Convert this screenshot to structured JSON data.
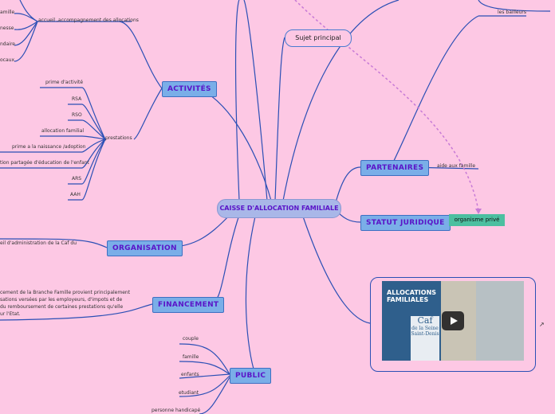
{
  "central": {
    "label": "caisse d'allocation familiale"
  },
  "subject": {
    "label": "Sujet principal"
  },
  "branches": {
    "activites": "activités",
    "partenaires": "partenaires",
    "statut": "statut juridique",
    "organisation": "organisation",
    "financement": "financement",
    "public": "public"
  },
  "activites": {
    "accueil": "accueil ,accompagnement des allocations",
    "top_items": [
      "amille",
      "nesse",
      "ndaire",
      "ocaux"
    ],
    "prestations_label": "prestations",
    "prestations": [
      "prime d'activité",
      "RSA",
      "RSO",
      "allocation familial",
      "prime a la naissance /adoption",
      "tion partagée d'éducation de l'enfant",
      "ARS",
      "AAH"
    ]
  },
  "partenaires": {
    "aide": "aide aux famille",
    "bailleurs": "les bailleurs"
  },
  "statut": {
    "value": "organisme privé"
  },
  "organisation": {
    "text": "eil d'administration de la Caf du"
  },
  "financement": {
    "lines": [
      "cement de la Branche Famille provient principalement",
      "sations versées par les employeurs, d'impots et de",
      "du remboursement de certaines prestations qu'elle",
      "ur l'Etat."
    ]
  },
  "public": {
    "items": [
      "couple",
      "famille",
      "enfants",
      "etudiant",
      "personne handicapé"
    ]
  },
  "video": {
    "sign": [
      "ALLOCATIONS",
      "FAMILIALES"
    ],
    "caf": "Caf",
    "caf_sub": "de la Seine Saint-Denis"
  },
  "colors": {
    "background": "#fdc8e4",
    "line": "#2b4fb5",
    "branch_fill": "#7aaee8",
    "branch_text": "#5a14c8",
    "dotted": "#c77ad6",
    "status_fill": "#4cbfa0"
  }
}
